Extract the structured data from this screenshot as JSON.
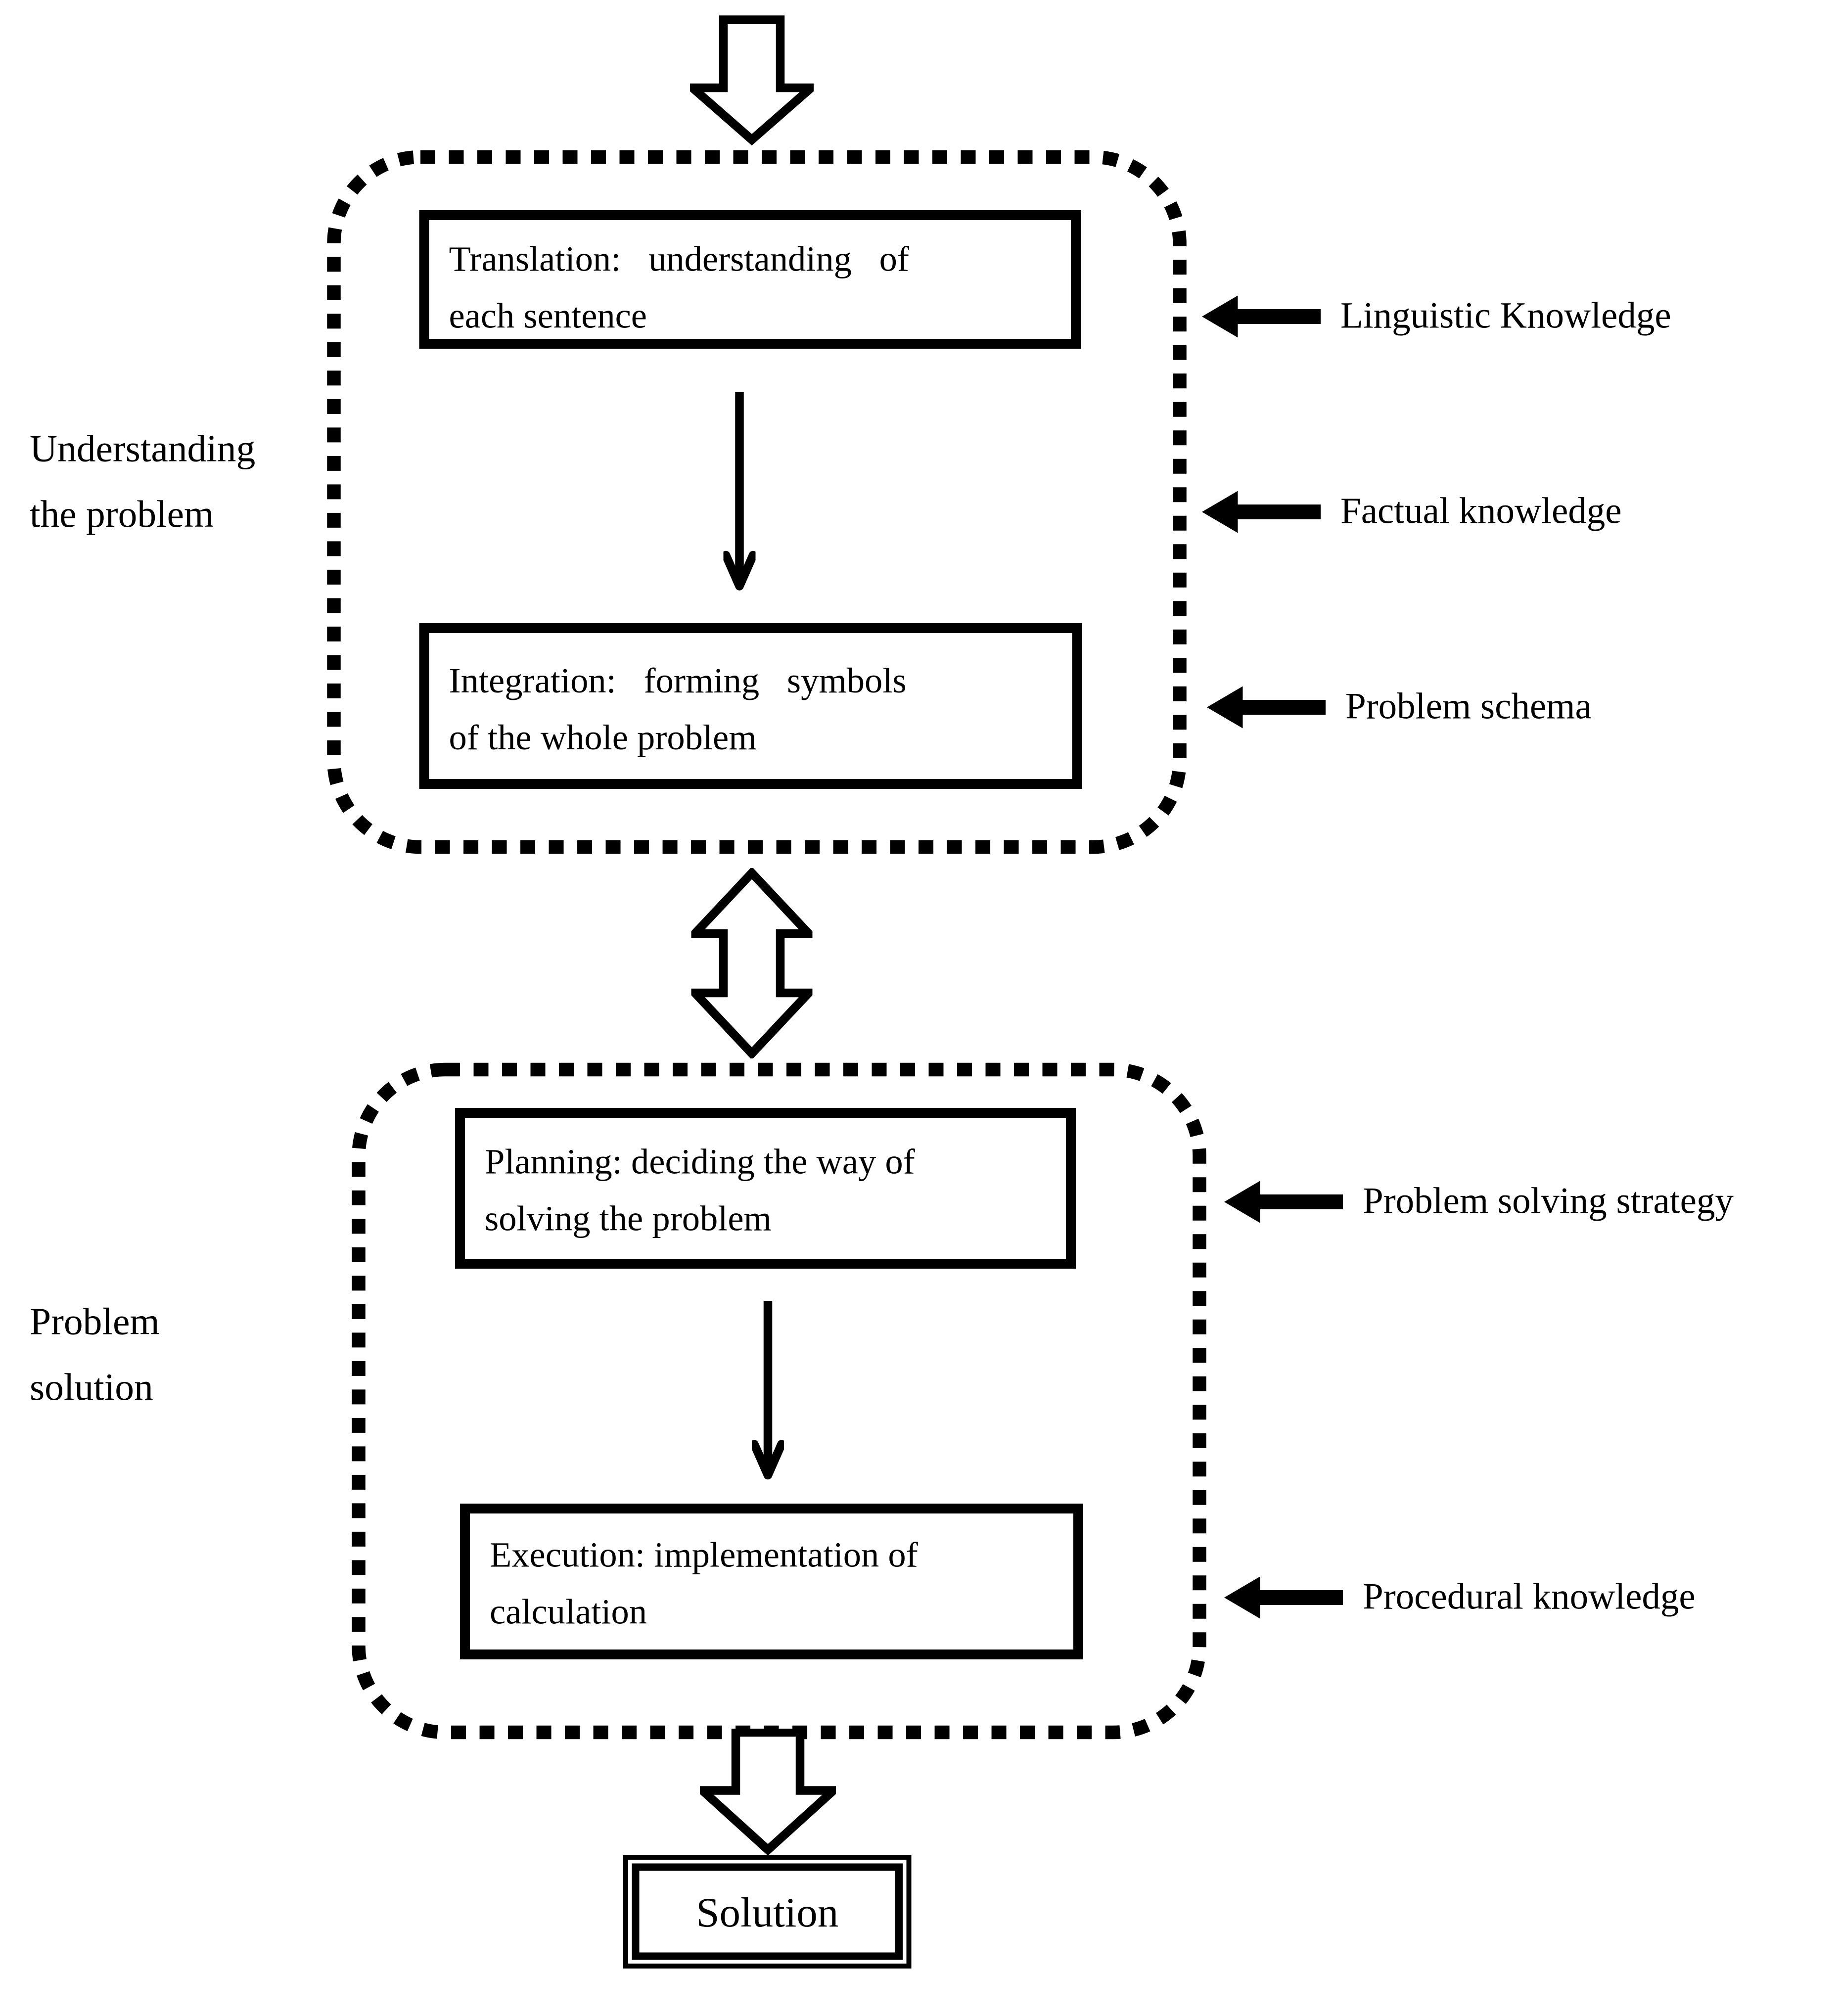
{
  "diagram": {
    "understanding_section": {
      "side_label": {
        "line1": "Understanding",
        "line2": "the problem"
      },
      "translation_box": {
        "line1": "Translation: understanding of",
        "line2": "each sentence"
      },
      "integration_box": {
        "line1": "Integration: forming symbols",
        "line2": "of the whole problem"
      },
      "annotations": [
        {
          "label": "Linguistic Knowledge"
        },
        {
          "label": "Factual knowledge"
        },
        {
          "label": "Problem schema"
        }
      ]
    },
    "problem_solution_section": {
      "side_label": {
        "line1": "Problem",
        "line2": "solution"
      },
      "planning_box": {
        "line1": "Planning: deciding the way of",
        "line2": "solving the problem"
      },
      "execution_box": {
        "line1": "Execution: implementation of",
        "line2": "calculation"
      },
      "annotations": [
        {
          "label": "Problem solving strategy"
        },
        {
          "label": "Procedural knowledge"
        }
      ]
    },
    "solution_box": {
      "label": "Solution"
    },
    "colors": {
      "ink": "#000000",
      "background": "#ffffff"
    }
  }
}
